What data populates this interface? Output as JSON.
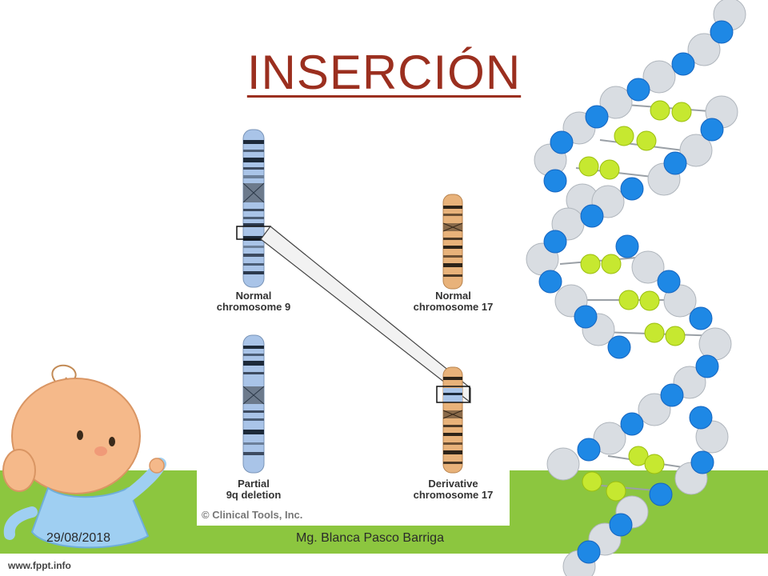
{
  "slide": {
    "title": "INSERCIÓN",
    "footer_date": "29/08/2018",
    "footer_author": "Mg. Blanca Pasco Barriga",
    "site": "www.fppt.info"
  },
  "figure": {
    "label_normal9_line1": "Normal",
    "label_normal9_line2": "chromosome 9",
    "label_normal17_line1": "Normal",
    "label_normal17_line2": "chromosome 17",
    "label_partial_line1": "Partial",
    "label_partial_line2": "9q deletion",
    "label_derivative_line1": "Derivative",
    "label_derivative_line2": "chromosome 17",
    "copyright": "© Clinical Tools, Inc."
  },
  "colors": {
    "title": "#9b2f1f",
    "green_band": "#8cc63f",
    "chromosome9": "#a9c4e8",
    "chromosome17": "#e8b27a",
    "dna_blue": "#1e88e5",
    "dna_grey": "#d9dde2",
    "dna_lime": "#c6e830"
  },
  "icons": {
    "baby": "baby-illustration",
    "dna": "dna-helix-illustration"
  }
}
